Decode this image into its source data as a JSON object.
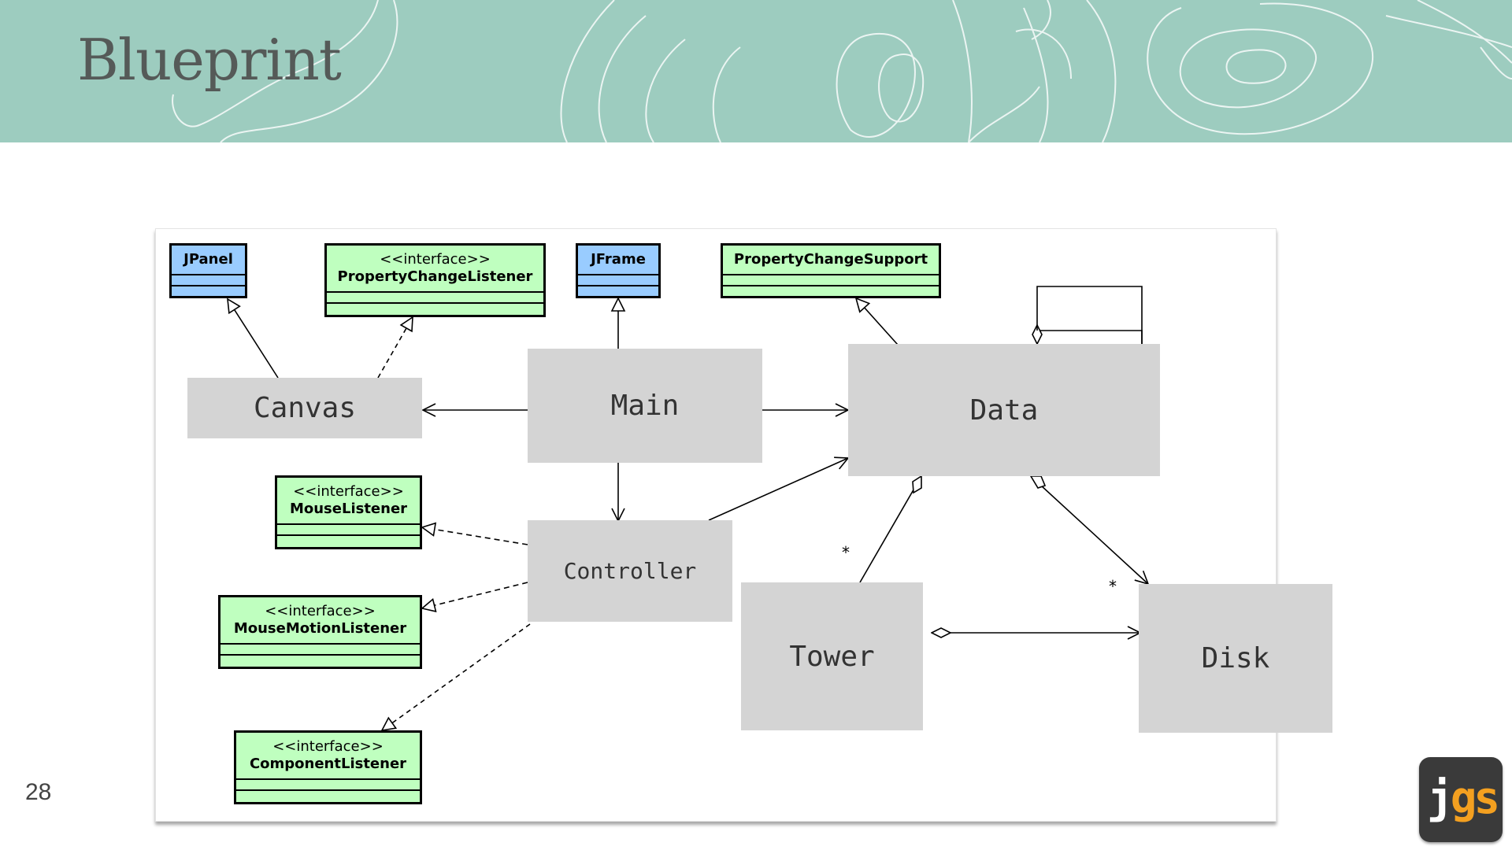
{
  "slide": {
    "title": "Blueprint",
    "page_number": "28"
  },
  "logo": {
    "j": "j",
    "gs": "gs"
  },
  "diagram": {
    "library_classes": {
      "jpanel": {
        "name": "JPanel"
      },
      "property_change_listener": {
        "stereotype": "<<interface>>",
        "name": "PropertyChangeListener"
      },
      "jframe": {
        "name": "JFrame"
      },
      "property_change_support": {
        "name": "PropertyChangeSupport"
      },
      "mouse_listener": {
        "stereotype": "<<interface>>",
        "name": "MouseListener"
      },
      "mouse_motion_listener": {
        "stereotype": "<<interface>>",
        "name": "MouseMotionListener"
      },
      "component_listener": {
        "stereotype": "<<interface>>",
        "name": "ComponentListener"
      }
    },
    "app_classes": {
      "canvas": "Canvas",
      "main": "Main",
      "data": "Data",
      "controller": "Controller",
      "tower": "Tower",
      "disk": "Disk"
    },
    "multiplicities": {
      "tower": "*",
      "disk": "*"
    }
  },
  "colors": {
    "header_bg": "#9dccbf",
    "swing_class": "#99ccff",
    "listener_class": "#bfffbf",
    "app_class": "#d4d4d4"
  }
}
